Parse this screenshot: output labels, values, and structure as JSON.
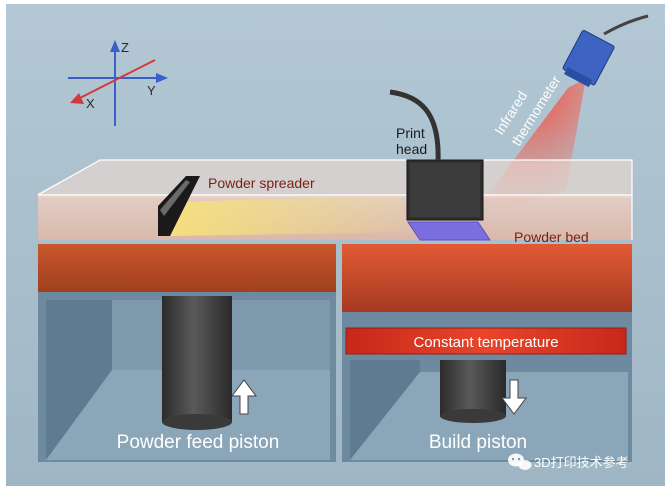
{
  "axes": {
    "z": "Z",
    "y": "Y",
    "x": "X"
  },
  "labels": {
    "print_head_line1": "Print",
    "print_head_line2": "head",
    "thermometer_line1": "Infrared",
    "thermometer_line2": "thermometer",
    "powder_spreader": "Powder spreader",
    "powder_bed": "Powder bed",
    "constant_temperature": "Constant temperature",
    "powder_feed_piston": "Powder feed piston",
    "build_piston": "Build piston"
  },
  "watermark": "3D打印技术参考",
  "colors": {
    "background": "#a9bfcc",
    "z_axis": "#3a5fc9",
    "y_axis": "#3a5fc9",
    "x_axis": "#d23a3a",
    "label_text": "#7a1f14",
    "heater_bar": "#d8301c",
    "bed_powder": "#c4532b"
  },
  "icons": {
    "feed_arrow": "arrow-up-icon",
    "build_arrow": "arrow-down-icon",
    "watermark_logo": "wechat-icon"
  }
}
